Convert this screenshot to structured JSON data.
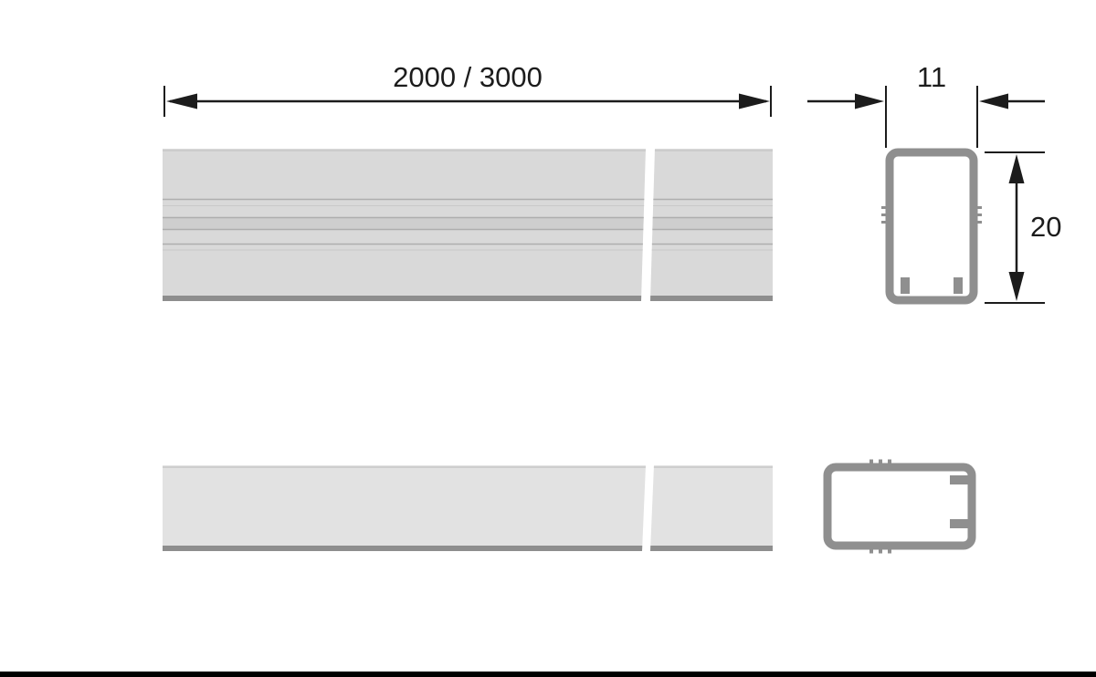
{
  "drawing": {
    "dimensions": {
      "length_label": "2000 / 3000",
      "width_label": "11",
      "height_label": "20"
    }
  },
  "colors": {
    "dimension": "#1c1c1c",
    "bar_fill": "#d9d9d9",
    "bar_fill_light": "#e2e2e2",
    "bar_band": "#cecece",
    "groove": "#aeaeae",
    "groove_light": "#c8c8c8",
    "bar_edge_dark": "#8e8e8e",
    "section_stroke": "#8f8f8f",
    "footer_bar": "#000000"
  }
}
